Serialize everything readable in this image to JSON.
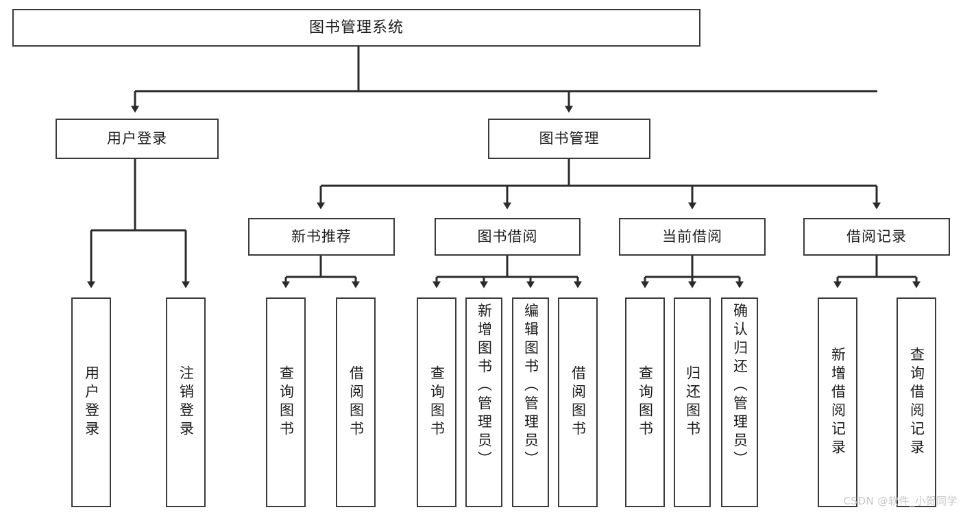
{
  "diagram": {
    "title": "图书管理系统",
    "type": "tree-hierarchy-chart",
    "root": {
      "label": "图书管理系统"
    },
    "level1": [
      {
        "label": "用户登录"
      },
      {
        "label": "图书管理"
      }
    ],
    "level2": [
      {
        "label": "新书推荐"
      },
      {
        "label": "图书借阅"
      },
      {
        "label": "当前借阅"
      },
      {
        "label": "借阅记录"
      }
    ],
    "leaves": {
      "user_login": [
        {
          "label": "用户登录"
        },
        {
          "label": "注销登录"
        }
      ],
      "new_book_recommend": [
        {
          "label": "查询图书"
        },
        {
          "label": "借阅图书"
        }
      ],
      "book_borrow": [
        {
          "label": "查询图书"
        },
        {
          "label": "新增图书（管理员）"
        },
        {
          "label": "编辑图书（管理员）"
        },
        {
          "label": "借阅图书"
        }
      ],
      "current_borrow": [
        {
          "label": "查询图书"
        },
        {
          "label": "归还图书"
        },
        {
          "label": "确认归还（管理员）"
        }
      ],
      "borrow_records": [
        {
          "label": "新增借阅记录"
        },
        {
          "label": "查询借阅记录"
        }
      ]
    }
  },
  "watermark": {
    "text": "CSDN @软件_小贺同学"
  },
  "colors": {
    "box_border": "#3a3a3a",
    "box_fill": "#ffffff",
    "line": "#2b2b2b",
    "text": "#1c1c1c",
    "watermark": "#c7c7c7"
  }
}
